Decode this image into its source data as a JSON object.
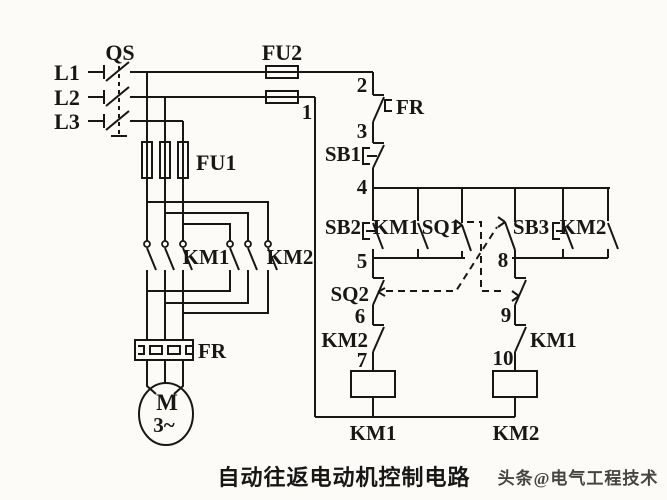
{
  "diagram": {
    "background": "#fcfbf7",
    "line_color": "#171717",
    "title": {
      "text": "自动往返电动机控制电路",
      "color": "#c0262d"
    },
    "watermark": {
      "text": "头条@电气工程技术",
      "color": "#8f8f8f"
    },
    "power": {
      "phase_labels": [
        "L1",
        "L2",
        "L3"
      ],
      "disconnect_switch": "QS",
      "control_fuse": "FU2",
      "main_fuse": "FU1",
      "forward_contactor": "KM1",
      "reverse_contactor": "KM2",
      "overload_relay": "FR",
      "motor_symbol": "M",
      "motor_phase": "3~"
    },
    "control": {
      "wire_numbers": [
        "1",
        "2",
        "3",
        "4",
        "5",
        "6",
        "7",
        "8",
        "9",
        "10"
      ],
      "overload_contact": "FR",
      "stop_button": "SB1",
      "forward_start_button": "SB2",
      "forward_seal_contact": "KM1",
      "forward_limit_switch": "SQ1",
      "reverse_start_button": "SB3",
      "reverse_seal_contact": "KM2",
      "reverse_limit_switch": "SQ2",
      "reverse_interlock_contact": "KM2",
      "forward_interlock_contact": "KM1",
      "forward_coil_label": "KM1",
      "reverse_coil_label": "KM2"
    }
  }
}
